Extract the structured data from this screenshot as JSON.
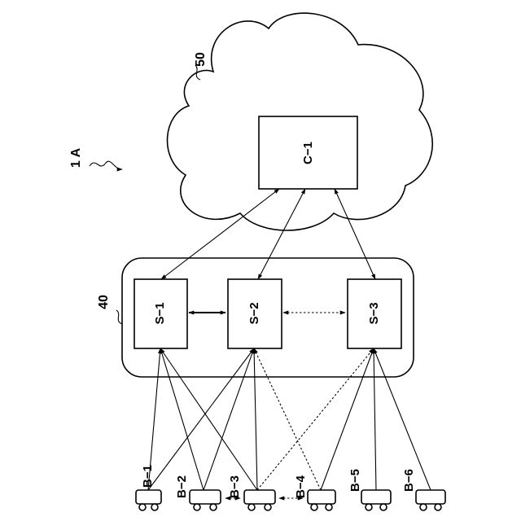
{
  "figure_ref": "1 A",
  "cloud": {
    "ref": "50",
    "server": "C−1"
  },
  "group": {
    "ref": "40",
    "servers": [
      "S−1",
      "S−2",
      "S−3"
    ]
  },
  "devices": [
    "B−1",
    "B−2",
    "B−3",
    "B−4",
    "B−5",
    "B−6"
  ]
}
